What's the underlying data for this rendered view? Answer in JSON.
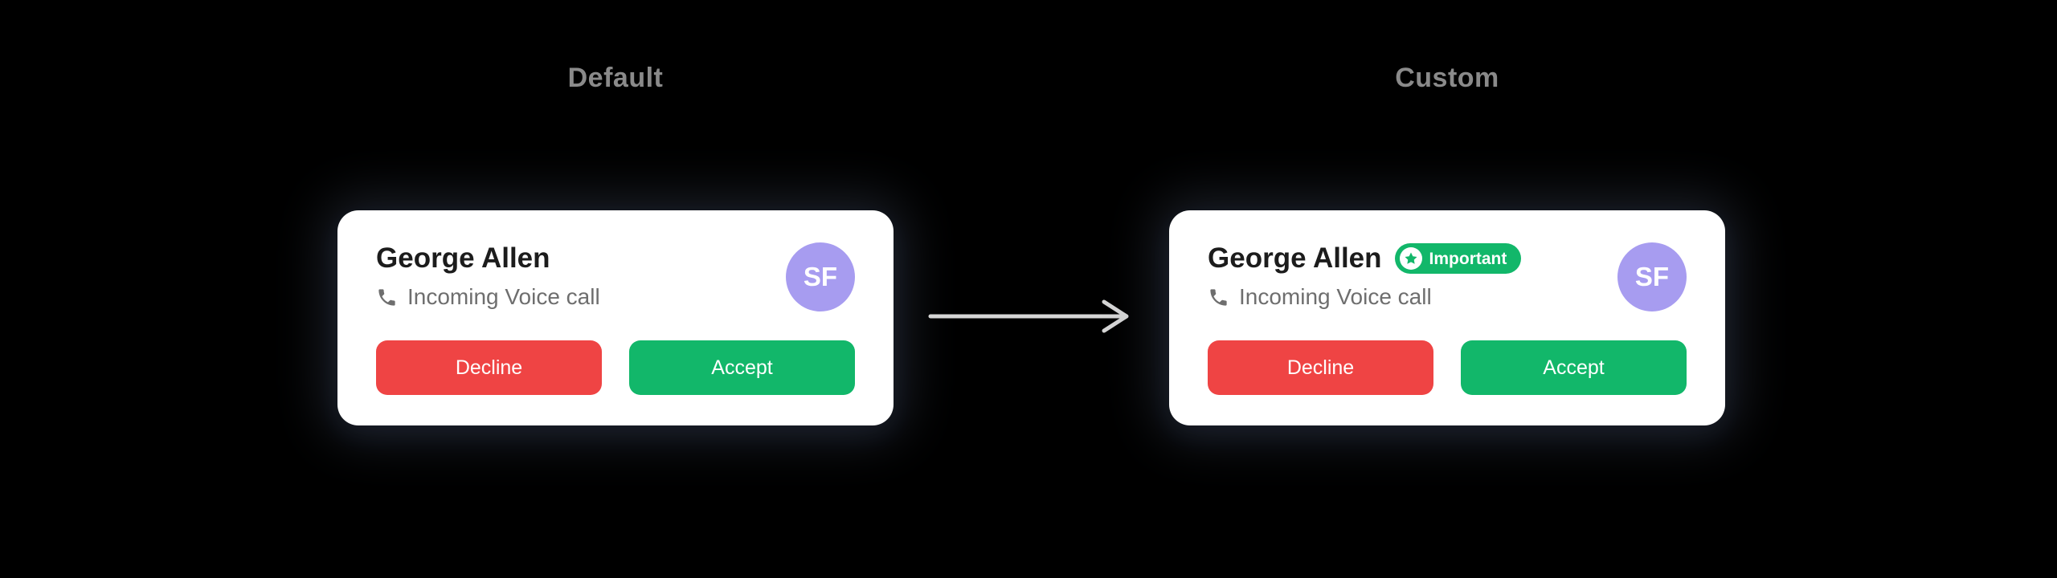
{
  "sections": {
    "default": {
      "title": "Default",
      "card": {
        "caller_name": "George Allen",
        "call_status": "Incoming Voice call",
        "avatar_initials": "SF",
        "buttons": {
          "decline": "Decline",
          "accept": "Accept"
        }
      }
    },
    "custom": {
      "title": "Custom",
      "card": {
        "caller_name": "George Allen",
        "badge_label": "Important",
        "call_status": "Incoming Voice call",
        "avatar_initials": "SF",
        "buttons": {
          "decline": "Decline",
          "accept": "Accept"
        }
      }
    }
  },
  "colors": {
    "background": "#000000",
    "card_background": "#ffffff",
    "title_text": "#8a8a8a",
    "caller_name_text": "#1c1c1c",
    "call_status_text": "#6e6e6e",
    "avatar_background": "#a79cf0",
    "decline_button": "#ef4444",
    "accept_button": "#12b76a",
    "badge_background": "#12b76a",
    "arrow": "#d6d6d6"
  }
}
